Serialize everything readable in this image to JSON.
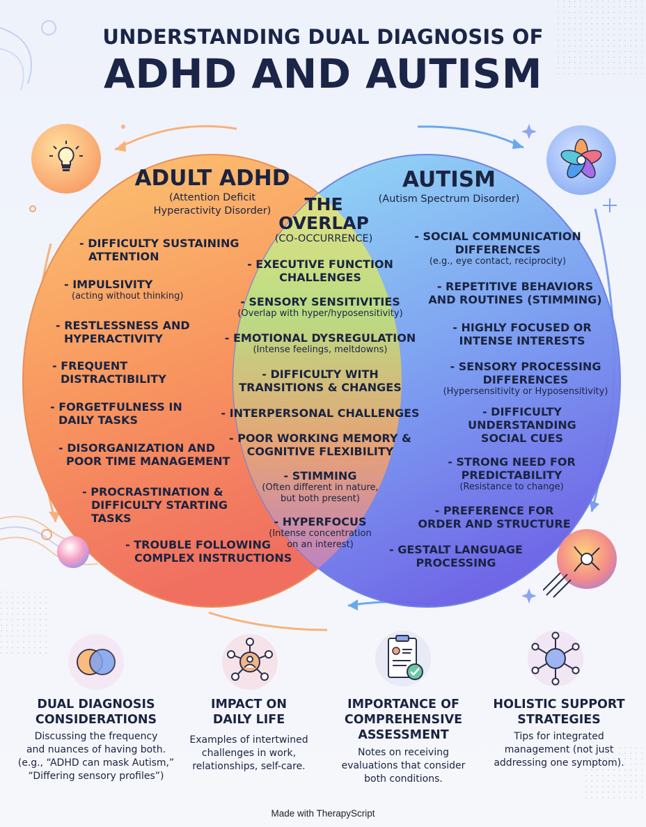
{
  "title": {
    "line1": "UNDERSTANDING DUAL DIAGNOSIS OF",
    "line2": "ADHD AND AUTISM"
  },
  "adhd": {
    "heading": "ADULT ADHD",
    "subtitle_1": "(Attention Deficit",
    "subtitle_2": "Hyperactivity Disorder)",
    "items": [
      {
        "l1": "- DIFFICULTY SUSTAINING",
        "l2": "ATTENTION"
      },
      {
        "l1": "- IMPULSIVITY",
        "note": "(acting without thinking)"
      },
      {
        "l1": "- RESTLESSNESS AND",
        "l2": "HYPERACTIVITY"
      },
      {
        "l1": "- FREQUENT",
        "l2": "DISTRACTIBILITY"
      },
      {
        "l1": "- FORGETFULNESS IN",
        "l2": "DAILY TASKS"
      },
      {
        "l1": "- DISORGANIZATION AND",
        "l2": "POOR TIME MANAGEMENT"
      },
      {
        "l1": "- PROCRASTINATION &",
        "l2": "DIFFICULTY STARTING",
        "l3": "TASKS"
      },
      {
        "l1": "- TROUBLE FOLLOWING",
        "l2": "COMPLEX INSTRUCTIONS"
      }
    ]
  },
  "overlap": {
    "heading_1": "THE",
    "heading_2": "OVERLAP",
    "subtitle": "(CO-OCCURRENCE)",
    "items": [
      {
        "l1": "- EXECUTIVE FUNCTION",
        "l2": "CHALLENGES"
      },
      {
        "l1": "- SENSORY SENSITIVITIES",
        "note": "(Overlap with hyper/hyposensitivity)"
      },
      {
        "l1": "- EMOTIONAL DYSREGULATION",
        "note": "(Intense feelings, meltdowns)"
      },
      {
        "l1": "- DIFFICULTY WITH",
        "l2": "TRANSITIONS & CHANGES"
      },
      {
        "l1": "- INTERPERSONAL CHALLENGES"
      },
      {
        "l1": "- POOR WORKING MEMORY &",
        "l2": "COGNITIVE FLEXIBILITY"
      },
      {
        "l1": "- STIMMING",
        "note1": "(Often different in nature,",
        "note2": "but both present)"
      },
      {
        "l1": "- HYPERFOCUS",
        "note1": "(Intense concentration",
        "note2": "on an interest)"
      }
    ]
  },
  "autism": {
    "heading": "AUTISM",
    "subtitle": "(Autism Spectrum Disorder)",
    "items": [
      {
        "l1": "- SOCIAL COMMUNICATION",
        "l2": "DIFFERENCES",
        "note": "(e.g., eye contact, reciprocity)"
      },
      {
        "l1": "- REPETITIVE BEHAVIORS",
        "l2": "AND ROUTINES (STIMMING)"
      },
      {
        "l1": "- HIGHLY FOCUSED OR",
        "l2": "INTENSE INTERESTS"
      },
      {
        "l1": "- SENSORY PROCESSING",
        "l2": "DIFFERENCES",
        "note": "(Hypersensitivity or Hyposensitivity)"
      },
      {
        "l1": "- DIFFICULTY",
        "l2": "UNDERSTANDING",
        "l3": "SOCIAL CUES"
      },
      {
        "l1": "- STRONG NEED FOR",
        "l2": "PREDICTABILITY",
        "note": "(Resistance to change)"
      },
      {
        "l1": "- PREFERENCE FOR",
        "l2": "ORDER AND STRUCTURE"
      },
      {
        "l1": "- GESTALT LANGUAGE",
        "l2": "PROCESSING"
      }
    ]
  },
  "bottom": [
    {
      "title_1": "DUAL DIAGNOSIS",
      "title_2": "CONSIDERATIONS",
      "d1": "Discussing the frequency",
      "d2": "and nuances of having both.",
      "d3": "(e.g., “ADHD can mask Autism,”",
      "d4": "“Differing sensory profiles”)",
      "icon": "venn-icon"
    },
    {
      "title_1": "IMPACT ON",
      "title_2": "DAILY LIFE",
      "d1": "Examples of intertwined",
      "d2": "challenges in work,",
      "d3": "relationships, self-care.",
      "icon": "network-person-icon"
    },
    {
      "title_1": "IMPORTANCE OF",
      "title_2": "COMPREHENSIVE",
      "title_3": "ASSESSMENT",
      "d1": "Notes on receiving",
      "d2": "evaluations that consider",
      "d3": "both conditions.",
      "icon": "clipboard-check-icon"
    },
    {
      "title_1": "HOLISTIC SUPPORT",
      "title_2": "STRATEGIES",
      "d1": "Tips for integrated",
      "d2": "management (not just",
      "d3": "addressing one symptom).",
      "icon": "hub-icon"
    }
  ],
  "footer": "Made with TherapyScript",
  "colors": {
    "title": "#1b2547",
    "adhd_fill_top": "#fbb66a",
    "adhd_fill_bottom": "#f27a5c",
    "autism_fill_top": "#8fd2f5",
    "autism_fill_bottom": "#6a74ec",
    "overlap_tint": "#c7d96f"
  }
}
